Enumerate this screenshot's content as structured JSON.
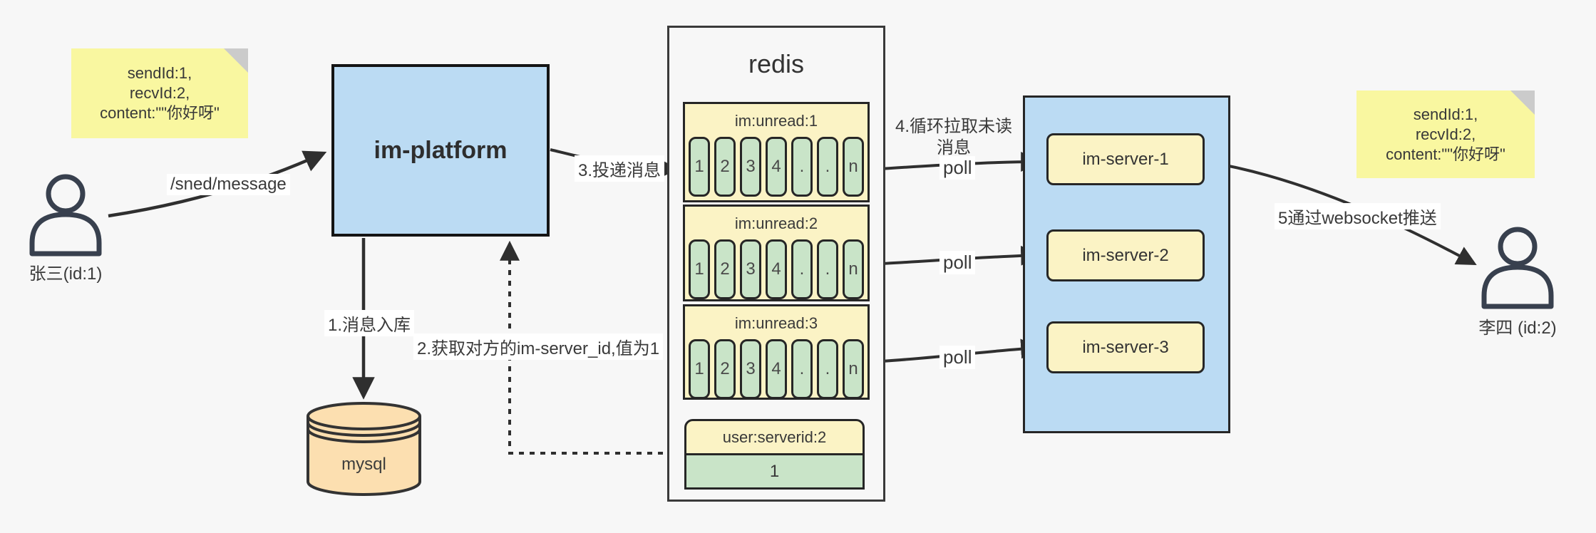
{
  "notes": {
    "left": {
      "lines": [
        "sendId:1,",
        "recvId:2,",
        "content:\"\"你好呀\""
      ]
    },
    "right": {
      "lines": [
        "sendId:1,",
        "recvId:2,",
        "content:\"\"你好呀\""
      ]
    }
  },
  "actors": {
    "sender": {
      "label": "张三(id:1)"
    },
    "receiver": {
      "label": "李四 (id:2)"
    }
  },
  "platform": {
    "label": "im-platform"
  },
  "database": {
    "label": "mysql"
  },
  "redis": {
    "title": "redis",
    "queues": [
      {
        "title": "im:unread:1",
        "cells": [
          "1",
          "2",
          "3",
          "4",
          ".",
          ".",
          "n"
        ]
      },
      {
        "title": "im:unread:2",
        "cells": [
          "1",
          "2",
          "3",
          "4",
          ".",
          ".",
          "n"
        ]
      },
      {
        "title": "im:unread:3",
        "cells": [
          "1",
          "2",
          "3",
          "4",
          ".",
          ".",
          "n"
        ]
      }
    ],
    "mapping": {
      "title": "user:serverid:2",
      "value": "1"
    }
  },
  "servers": {
    "items": [
      {
        "label": "im-server-1"
      },
      {
        "label": "im-server-2"
      },
      {
        "label": "im-server-3"
      }
    ]
  },
  "edges": {
    "send_message": "/sned/message",
    "step1": "1.消息入库",
    "step2": "2.获取对方的im-server_id,值为1",
    "step3": "3.投递消息",
    "step4": "4.循环拉取未读消息",
    "step5": "5通过websocket推送",
    "poll": "poll"
  },
  "colors": {
    "background": "#f7f7f7",
    "node_blue": "#bbdbf3",
    "note_yellow": "#f9f7a0",
    "queue_yellow": "#fbf3c5",
    "cell_green": "#c9e4c8",
    "db_orange": "#fcdfb0",
    "line": "#2f2f2f"
  }
}
